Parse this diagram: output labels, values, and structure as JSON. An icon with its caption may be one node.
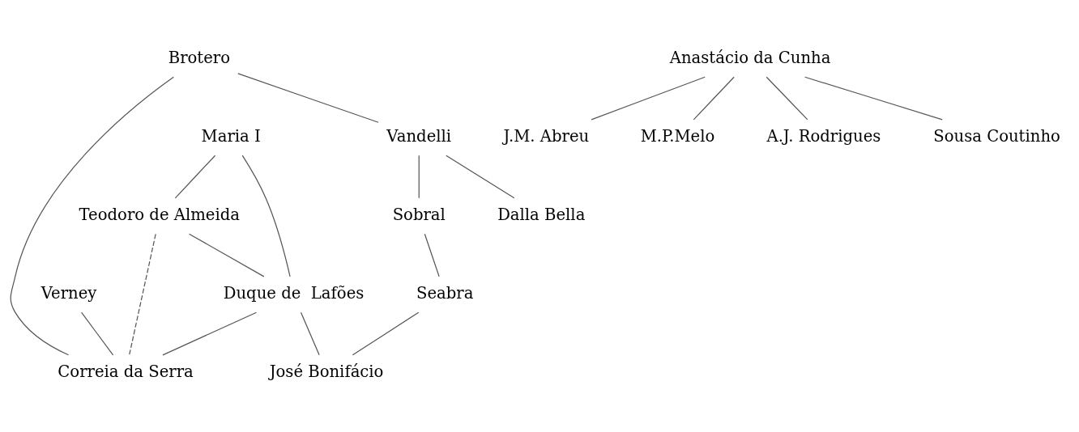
{
  "diagram": {
    "nodes": [
      {
        "text": [
          "Maria I"
        ]
      },
      {
        "text": [
          "Brotero"
        ]
      },
      {
        "text": [
          "Teodoro de Almeida"
        ]
      },
      {
        "text": [
          "Verney"
        ]
      },
      {
        "text": [
          "Duque de  Lafões"
        ]
      },
      {
        "text": [
          "Vandelli"
        ]
      },
      {
        "text": [
          "Dalla Bella"
        ]
      },
      {
        "text": [
          "Correia da Serra"
        ]
      },
      {
        "text": [
          "Sobral"
        ]
      },
      {
        "text": [
          "Seabra"
        ]
      },
      {
        "text": [
          "José Bonifácio"
        ]
      },
      {
        "text": [
          "Anastácio da Cunha"
        ]
      },
      {
        "text": [
          "J.M. Abreu"
        ]
      },
      {
        "text": [
          "M.P.Melo"
        ]
      },
      {
        "text": [
          "A.J. Rodrigues"
        ]
      },
      {
        "text": [
          "Sousa Coutinho"
        ]
      }
    ],
    "edges": [
      {
        "from": 0,
        "to": 2,
        "arrow": "none"
      },
      {
        "from": 0,
        "to": 4,
        "arrow": "none"
      },
      {
        "from": 2,
        "to": 4,
        "arrow": "none"
      },
      {
        "from": 2,
        "to": 7,
        "arrow": "none",
        "style": "dashed"
      },
      {
        "from": 4,
        "to": 7,
        "arrow": "none"
      },
      {
        "from": 3,
        "to": 7,
        "arrow": "none"
      },
      {
        "from": 4,
        "to": 10,
        "arrow": "none"
      },
      {
        "from": 1,
        "to": 5,
        "arrow": "none"
      },
      {
        "from": 5,
        "to": 6,
        "arrow": "none"
      },
      {
        "from": 5,
        "to": 8,
        "arrow": "none"
      },
      {
        "from": 8,
        "to": 9,
        "arrow": "none"
      },
      {
        "from": 9,
        "to": 10,
        "arrow": "none"
      },
      {
        "from": 1,
        "to": 7,
        "arrow": "none"
      },
      {
        "from": 11,
        "to": 12,
        "arrow": "none"
      },
      {
        "from": 11,
        "to": 14,
        "arrow": "none"
      },
      {
        "from": 11,
        "to": 15,
        "arrow": "none"
      },
      {
        "from": 11,
        "to": 13,
        "arrow": "none"
      }
    ]
  }
}
